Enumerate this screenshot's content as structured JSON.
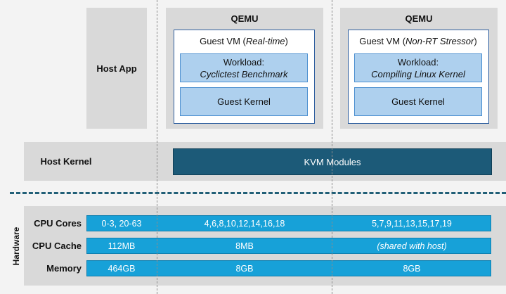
{
  "host_app": {
    "label": "Host App"
  },
  "qemu_left": {
    "title": "QEMU",
    "vm_title_prefix": "Guest VM (",
    "vm_title_em": "Real-time",
    "vm_title_suffix": ")",
    "workload_label": "Workload:",
    "workload_name": "Cyclictest Benchmark",
    "kernel_label": "Guest Kernel"
  },
  "qemu_right": {
    "title": "QEMU",
    "vm_title_prefix": "Guest VM (",
    "vm_title_em": "Non-RT Stressor",
    "vm_title_suffix": ")",
    "workload_label": "Workload:",
    "workload_name": "Compiling Linux Kernel",
    "kernel_label": "Guest Kernel"
  },
  "host_kernel": {
    "label": "Host Kernel",
    "kvm_label": "KVM Modules"
  },
  "hardware": {
    "label": "Hardware",
    "rows": [
      {
        "label": "CPU Cores",
        "host": "0-3, 20-63",
        "vm_rt": "4,6,8,10,12,14,16,18",
        "vm_nonrt": "5,7,9,11,13,15,17,19",
        "nonrt_italic": false
      },
      {
        "label": "CPU Cache",
        "host": "112MB",
        "vm_rt": "8MB",
        "vm_nonrt": "(shared with host)",
        "nonrt_italic": true
      },
      {
        "label": "Memory",
        "host": "464GB",
        "vm_rt": "8GB",
        "vm_nonrt": "8GB",
        "nonrt_italic": false
      }
    ]
  },
  "colors": {
    "gray_panel": "#d9d9d9",
    "light_blue": "#aed0ee",
    "kvm_dark": "#1c5a78",
    "bar_blue": "#17a1d8",
    "divider": "#215f77"
  }
}
